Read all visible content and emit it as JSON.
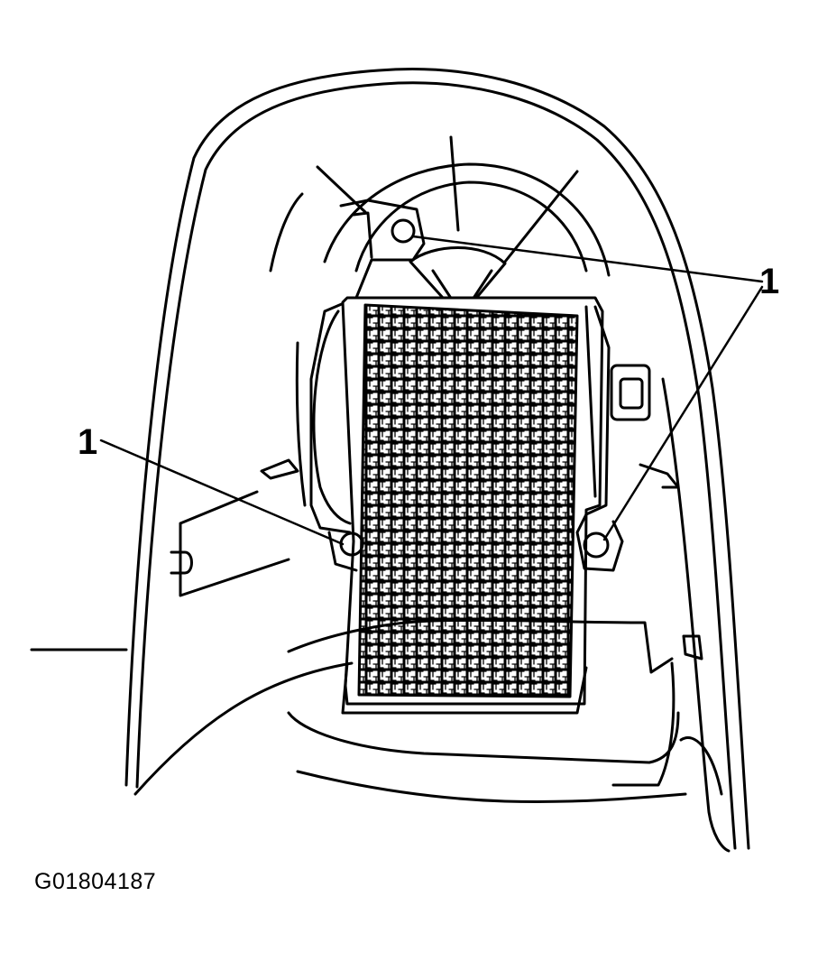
{
  "callouts": {
    "top_right": "1",
    "left": "1"
  },
  "figure_id": "G01804187",
  "colors": {
    "ink": "#000000",
    "paper": "#ffffff"
  }
}
